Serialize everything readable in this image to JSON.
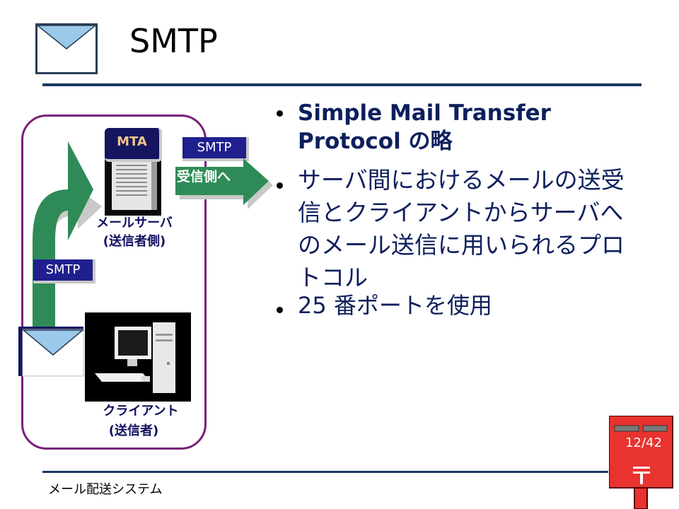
{
  "slide": {
    "title": "SMTP",
    "title_icon": "envelope-icon",
    "footer": "メール配送システム",
    "page_number": "12/42"
  },
  "bullets": [
    "Simple Mail Transfer Protocol  の略",
    "サーバ間におけるメールの送受信とクライアントからサーバへのメール送信に用いられるプロトコル",
    "25 番ポートを使用"
  ],
  "diagram": {
    "server_badge": "MTA",
    "server_label": "メールサーバ",
    "server_sublabel": "(送信者側)",
    "client_label": "クライアント",
    "client_sublabel": "(送信者)",
    "smtp_tag_top": "SMTP",
    "smtp_tag_left": "SMTP",
    "arrow_text": "受信側へ",
    "icons": [
      "server-tower-icon",
      "computer-icon",
      "envelope-icon",
      "mailbox-icon"
    ],
    "colors": {
      "arrow_green": "#2e8b57",
      "frame_purple": "#7a1f7a",
      "tag_blue": "#1f1f8e",
      "mailbox_red": "#e8332f"
    }
  }
}
